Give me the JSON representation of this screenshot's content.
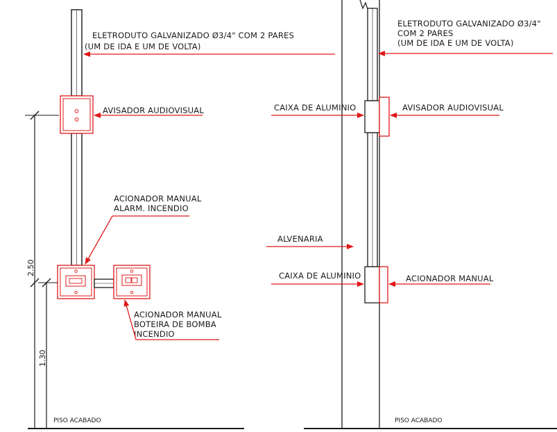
{
  "colors": {
    "line": "#1a1a1a",
    "red": "#e01818",
    "background": "#ffffff"
  },
  "left_elevation": {
    "conduit_note_line1": "ELETRODUTO GALVANIZADO Ø3/4\" COM 2 PARES",
    "conduit_note_line2": "(UM DE IDA E UM DE VOLTA)",
    "alarm_label": "AVISADOR AUDIOVISUAL",
    "manual_fire_line1": "ACIONADOR MANUAL",
    "manual_fire_line2": "ALARM. INCENDIO",
    "pump_line1": "ACIONADOR MANUAL",
    "pump_line2": "BOTEIRA DE BOMBA",
    "pump_line3": "INCENDIO",
    "dim_total": "2.50",
    "dim_lower": "1.30",
    "floor_label": "PISO ACABADO"
  },
  "right_section": {
    "conduit_note_line1": "ELETRODUTO GALVANIZADO Ø3/4\"",
    "conduit_note_line2": "COM 2 PARES",
    "conduit_note_line3": "(UM DE IDA E UM DE VOLTA)",
    "box_top_label": "CAIXA DE ALUMINIO",
    "alarm_label": "AVISADOR AUDIOVISUAL",
    "wall_label": "ALVENARIA",
    "box_bottom_label": "CAIXA DE ALUMINIO",
    "manual_label": "ACIONADOR MANUAL",
    "floor_label": "PISO ACABADO"
  }
}
